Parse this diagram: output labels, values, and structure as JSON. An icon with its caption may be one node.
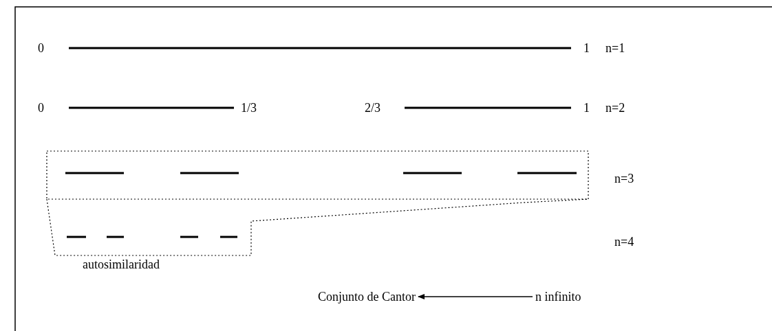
{
  "diagram": {
    "nodes": [
      {
        "text": [
          "Conjunto de Cantor"
        ]
      },
      {
        "text": [
          "n infinito"
        ]
      }
    ],
    "edges": [
      {
        "from": 1,
        "to": 0,
        "arrow": "to"
      }
    ],
    "labels": [
      "0",
      "1",
      "n=1",
      "0",
      "1/3",
      "2/3",
      "1",
      "n=2",
      "n=3",
      "n=4",
      "autosimilaridad"
    ]
  }
}
